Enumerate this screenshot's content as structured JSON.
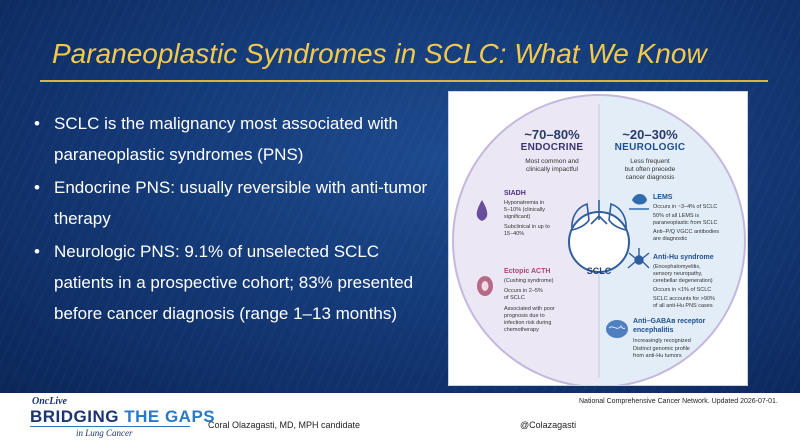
{
  "slide": {
    "title": "Paraneoplastic Syndromes in SCLC: What We Know",
    "bullets": [
      "SCLC is the malignancy most associated with paraneoplastic syndromes (PNS)",
      "Endocrine PNS: usually reversible with anti-tumor therapy",
      "Neurologic PNS: 9.1% of unselected SCLC patients in a prospective cohort; 83% presented before cancer diagnosis (range 1–13 months)"
    ]
  },
  "infographic": {
    "center_label": "SCLC",
    "endocrine": {
      "percent": "~70–80%",
      "label": "ENDOCRINE",
      "subtitle_1": "Most common and",
      "subtitle_2": "clinically impactful",
      "siadh": {
        "title": "SIADH",
        "line1": "Hyponatremia in",
        "line2": "5–10% (clinically",
        "line3": "significant)",
        "line4": "Subclinical in up to",
        "line5": "15–40%"
      },
      "acth": {
        "title": "Ectopic ACTH",
        "line1": "(Cushing syndrome)",
        "line2": "Occurs in 2–5%",
        "line3": "of SCLC",
        "line4": "Associated with poor",
        "line5": "prognosis due to",
        "line6": "infection risk during",
        "line7": "chemotherapy"
      }
    },
    "neurologic": {
      "percent": "~20–30%",
      "label": "NEUROLOGIC",
      "subtitle_1": "Less frequent",
      "subtitle_2": "but often precede",
      "subtitle_3": "cancer diagnosis",
      "lems": {
        "title": "LEMS",
        "line1": "Occurs in ~3–4% of SCLC",
        "line2": "50% of all LEMS is",
        "line3": "paraneoplastic from SCLC",
        "line4": "Anti–P/Q VGCC antibodies",
        "line5": "are diagnostic"
      },
      "anti_hu": {
        "title": "Anti-Hu syndrome",
        "line1": "(Encephalomyelitis,",
        "line2": "sensory neuropathy,",
        "line3": "cerebellar degeneration)",
        "line4": "Occurs in <1% of SCLC",
        "line5": "SCLC accounts for >90%",
        "line6": "of all anti-Hu PNS cases"
      },
      "gaba": {
        "title_1": "Anti–GABAʙ receptor",
        "title_2": "encephalitis",
        "line1": "Increasingly recognized",
        "line2": "Distinct genomic profile",
        "line3": "from anti-Hu tumors"
      }
    },
    "colors": {
      "endocrine_fill": "#ece7f4",
      "neurologic_fill": "#e3edf8",
      "ring": "#c4b8dc",
      "siadh_icon": "#6a4c9c",
      "acth_icon": "#b56a86",
      "lems_icon": "#2f6cae",
      "neuron_icon": "#2f5e9e",
      "brain_icon": "#4f7fbf"
    }
  },
  "footer": {
    "logo_line1": "OncLive",
    "logo_line2a": "BRIDGING",
    "logo_line2b": "THE GAPS",
    "logo_line3": "in Lung Cancer",
    "presenter": "Coral Olazagasti, MD, MPH candidate",
    "handle": "@Colazagasti",
    "citation": "National Comprehensive Cancer Network. Updated 2026-07-01."
  }
}
